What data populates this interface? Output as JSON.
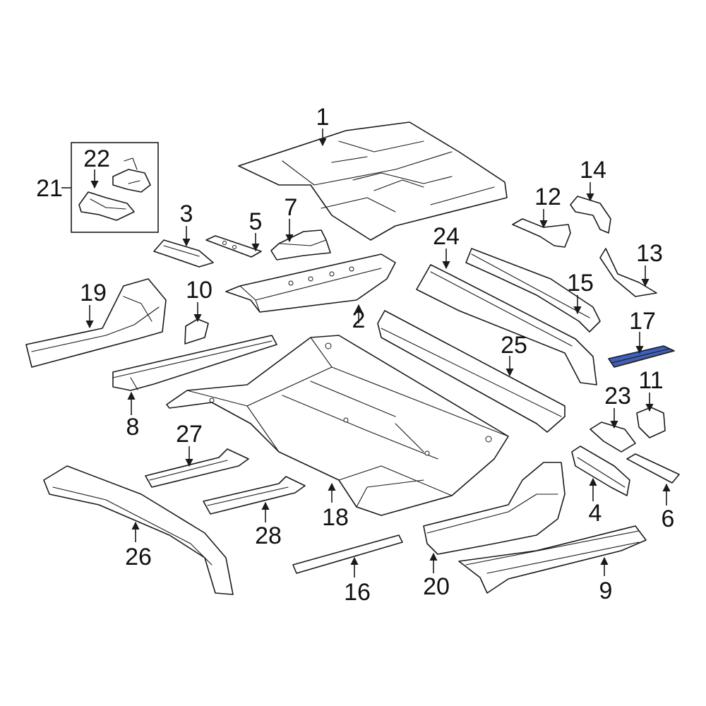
{
  "colors": {
    "line": "#1a1a1a",
    "highlight_fill": "#3f5fb8",
    "background": "#ffffff"
  },
  "callouts": {
    "c1": "1",
    "c2": "2",
    "c3": "3",
    "c4": "4",
    "c5": "5",
    "c6": "6",
    "c7": "7",
    "c8": "8",
    "c9": "9",
    "c10": "10",
    "c11": "11",
    "c12": "12",
    "c13": "13",
    "c14": "14",
    "c15": "15",
    "c16": "16",
    "c17": "17",
    "c18": "18",
    "c19": "19",
    "c20": "20",
    "c21": "21",
    "c22": "22",
    "c23": "23",
    "c24": "24",
    "c25": "25",
    "c26": "26",
    "c27": "27",
    "c28": "28"
  },
  "highlighted_part": "17"
}
